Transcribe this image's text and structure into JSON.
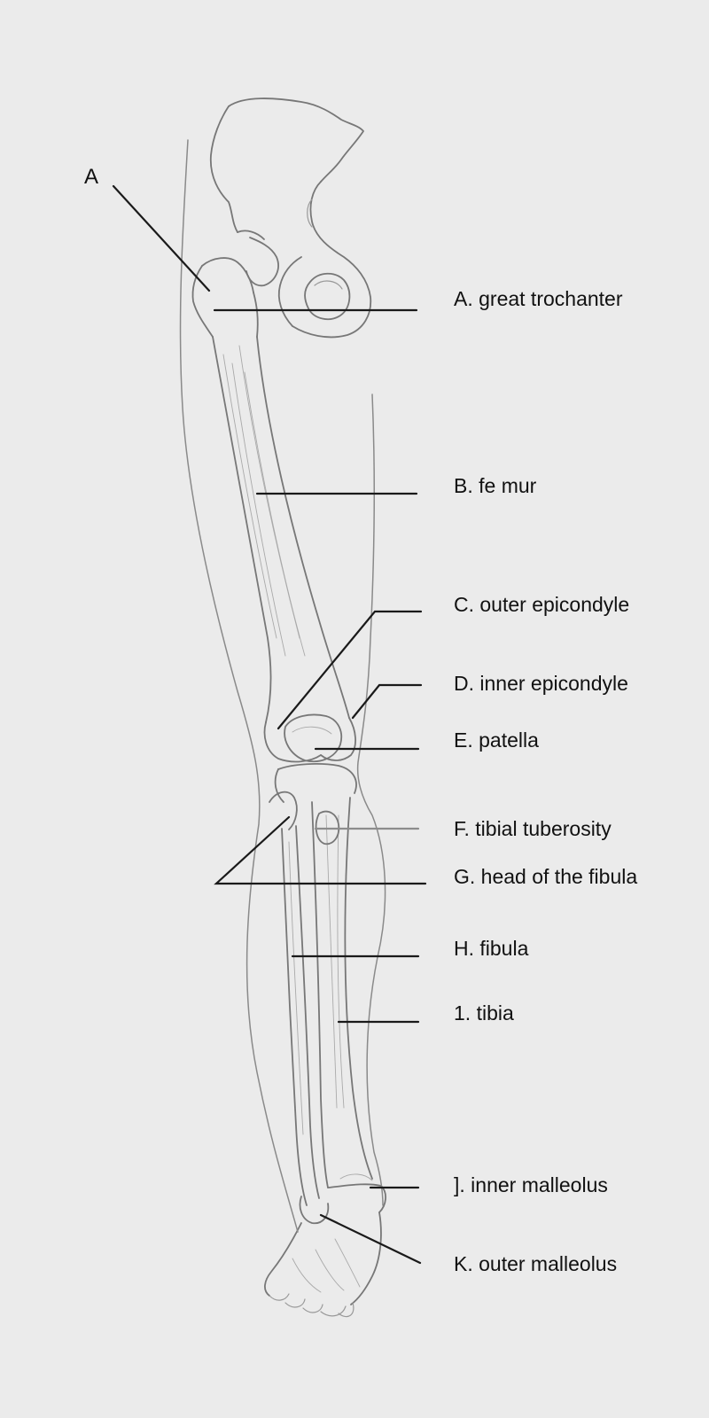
{
  "diagram": {
    "corner_letter": "A",
    "labels": [
      {
        "id": "great-trochanter",
        "text": "A. great trochanter"
      },
      {
        "id": "femur",
        "text": "B. fe mur"
      },
      {
        "id": "outer-epicondyle",
        "text": "C. outer epicondyle"
      },
      {
        "id": "inner-epicondyle",
        "text": "D. inner epicondyle"
      },
      {
        "id": "patella",
        "text": "E. patella"
      },
      {
        "id": "tibial-tuberosity",
        "text": "F. tibial tuberosity"
      },
      {
        "id": "head-of-fibula",
        "text": "G. head of the fibula"
      },
      {
        "id": "fibula",
        "text": "H. fibula"
      },
      {
        "id": "tibia",
        "text": "1. tibia"
      },
      {
        "id": "inner-malleolus",
        "text": "]. inner malleolus"
      },
      {
        "id": "outer-malleolus",
        "text": "K. outer malleolus"
      }
    ],
    "colors": {
      "background": "#ebebeb",
      "sketch_line": "#777777",
      "leader_line": "#1a1a1a",
      "text": "#111111"
    }
  }
}
